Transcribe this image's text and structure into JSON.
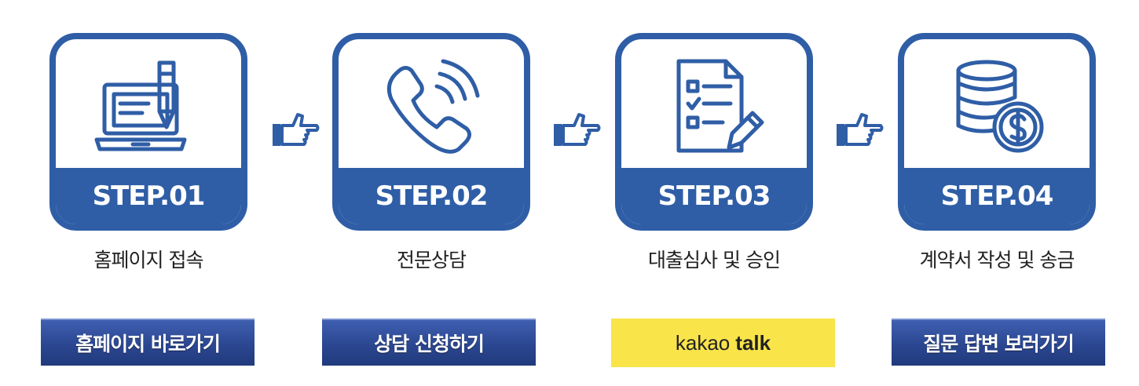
{
  "steps": [
    {
      "label": "STEP.01",
      "caption": "홈페이지 접속",
      "icon": "laptop-pen-icon"
    },
    {
      "label": "STEP.02",
      "caption": "전문상담",
      "icon": "phone-call-icon"
    },
    {
      "label": "STEP.03",
      "caption": "대출심사 및 승인",
      "icon": "checklist-document-icon"
    },
    {
      "label": "STEP.04",
      "caption": "계약서 작성 및 송금",
      "icon": "coins-dollar-icon"
    }
  ],
  "buttons": {
    "homepage": "홈페이지 바로가기",
    "consult": "상담 신청하기",
    "kakao_left": "kakao",
    "kakao_right": "talk",
    "qna": "질문 답변 보러가기"
  },
  "colors": {
    "primary": "#2f5ea6",
    "button": "#2b4791",
    "kakao": "#f9e44a"
  }
}
